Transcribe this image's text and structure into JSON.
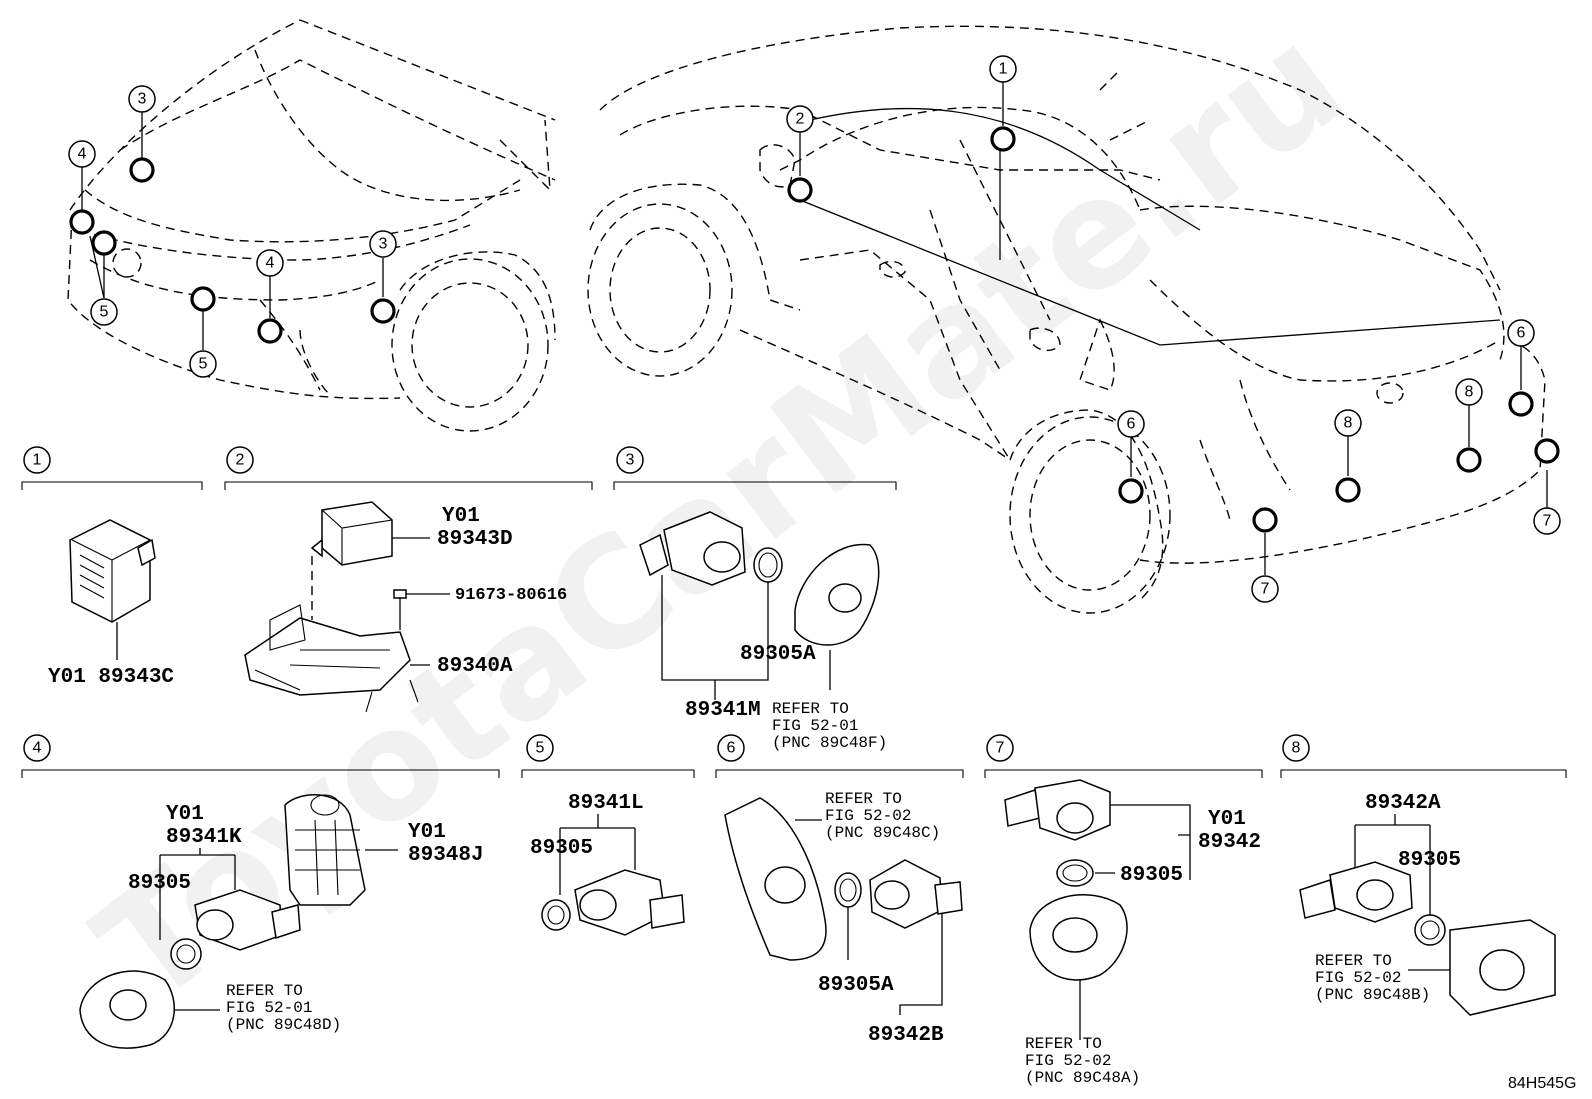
{
  "watermark": "ToyotaCarMate.ru",
  "diagram_code": "84H545G",
  "callouts": [
    "1",
    "2",
    "3",
    "4",
    "5",
    "6",
    "7",
    "8"
  ],
  "parts": {
    "p_89343C": "Y01 89343C",
    "p_89343D_y": "Y01",
    "p_89343D": "89343D",
    "p_91673": "91673-80616",
    "p_89340A": "89340A",
    "p_89305A_3": "89305A",
    "p_89341M": "89341M",
    "p_89341K_y": "Y01",
    "p_89341K": "89341K",
    "p_89305_4": "89305",
    "p_89348J_y": "Y01",
    "p_89348J": "89348J",
    "p_89341L": "89341L",
    "p_89305_5": "89305",
    "p_89305A_6": "89305A",
    "p_89342B": "89342B",
    "p_89342_y": "Y01",
    "p_89342": "89342",
    "p_89305_7": "89305",
    "p_89342A": "89342A",
    "p_89305_8": "89305"
  },
  "refs": {
    "ref3": [
      "REFER TO",
      "FIG 52-01",
      "(PNC 89C48F)"
    ],
    "ref4": [
      "REFER TO",
      "FIG 52-01",
      "(PNC 89C48D)"
    ],
    "ref6": [
      "REFER TO",
      "FIG 52-02",
      "(PNC 89C48C)"
    ],
    "ref7": [
      "REFER TO",
      "FIG 52-02",
      "(PNC 89C48A)"
    ],
    "ref8": [
      "REFER TO",
      "FIG 52-02",
      "(PNC 89C48B)"
    ]
  }
}
